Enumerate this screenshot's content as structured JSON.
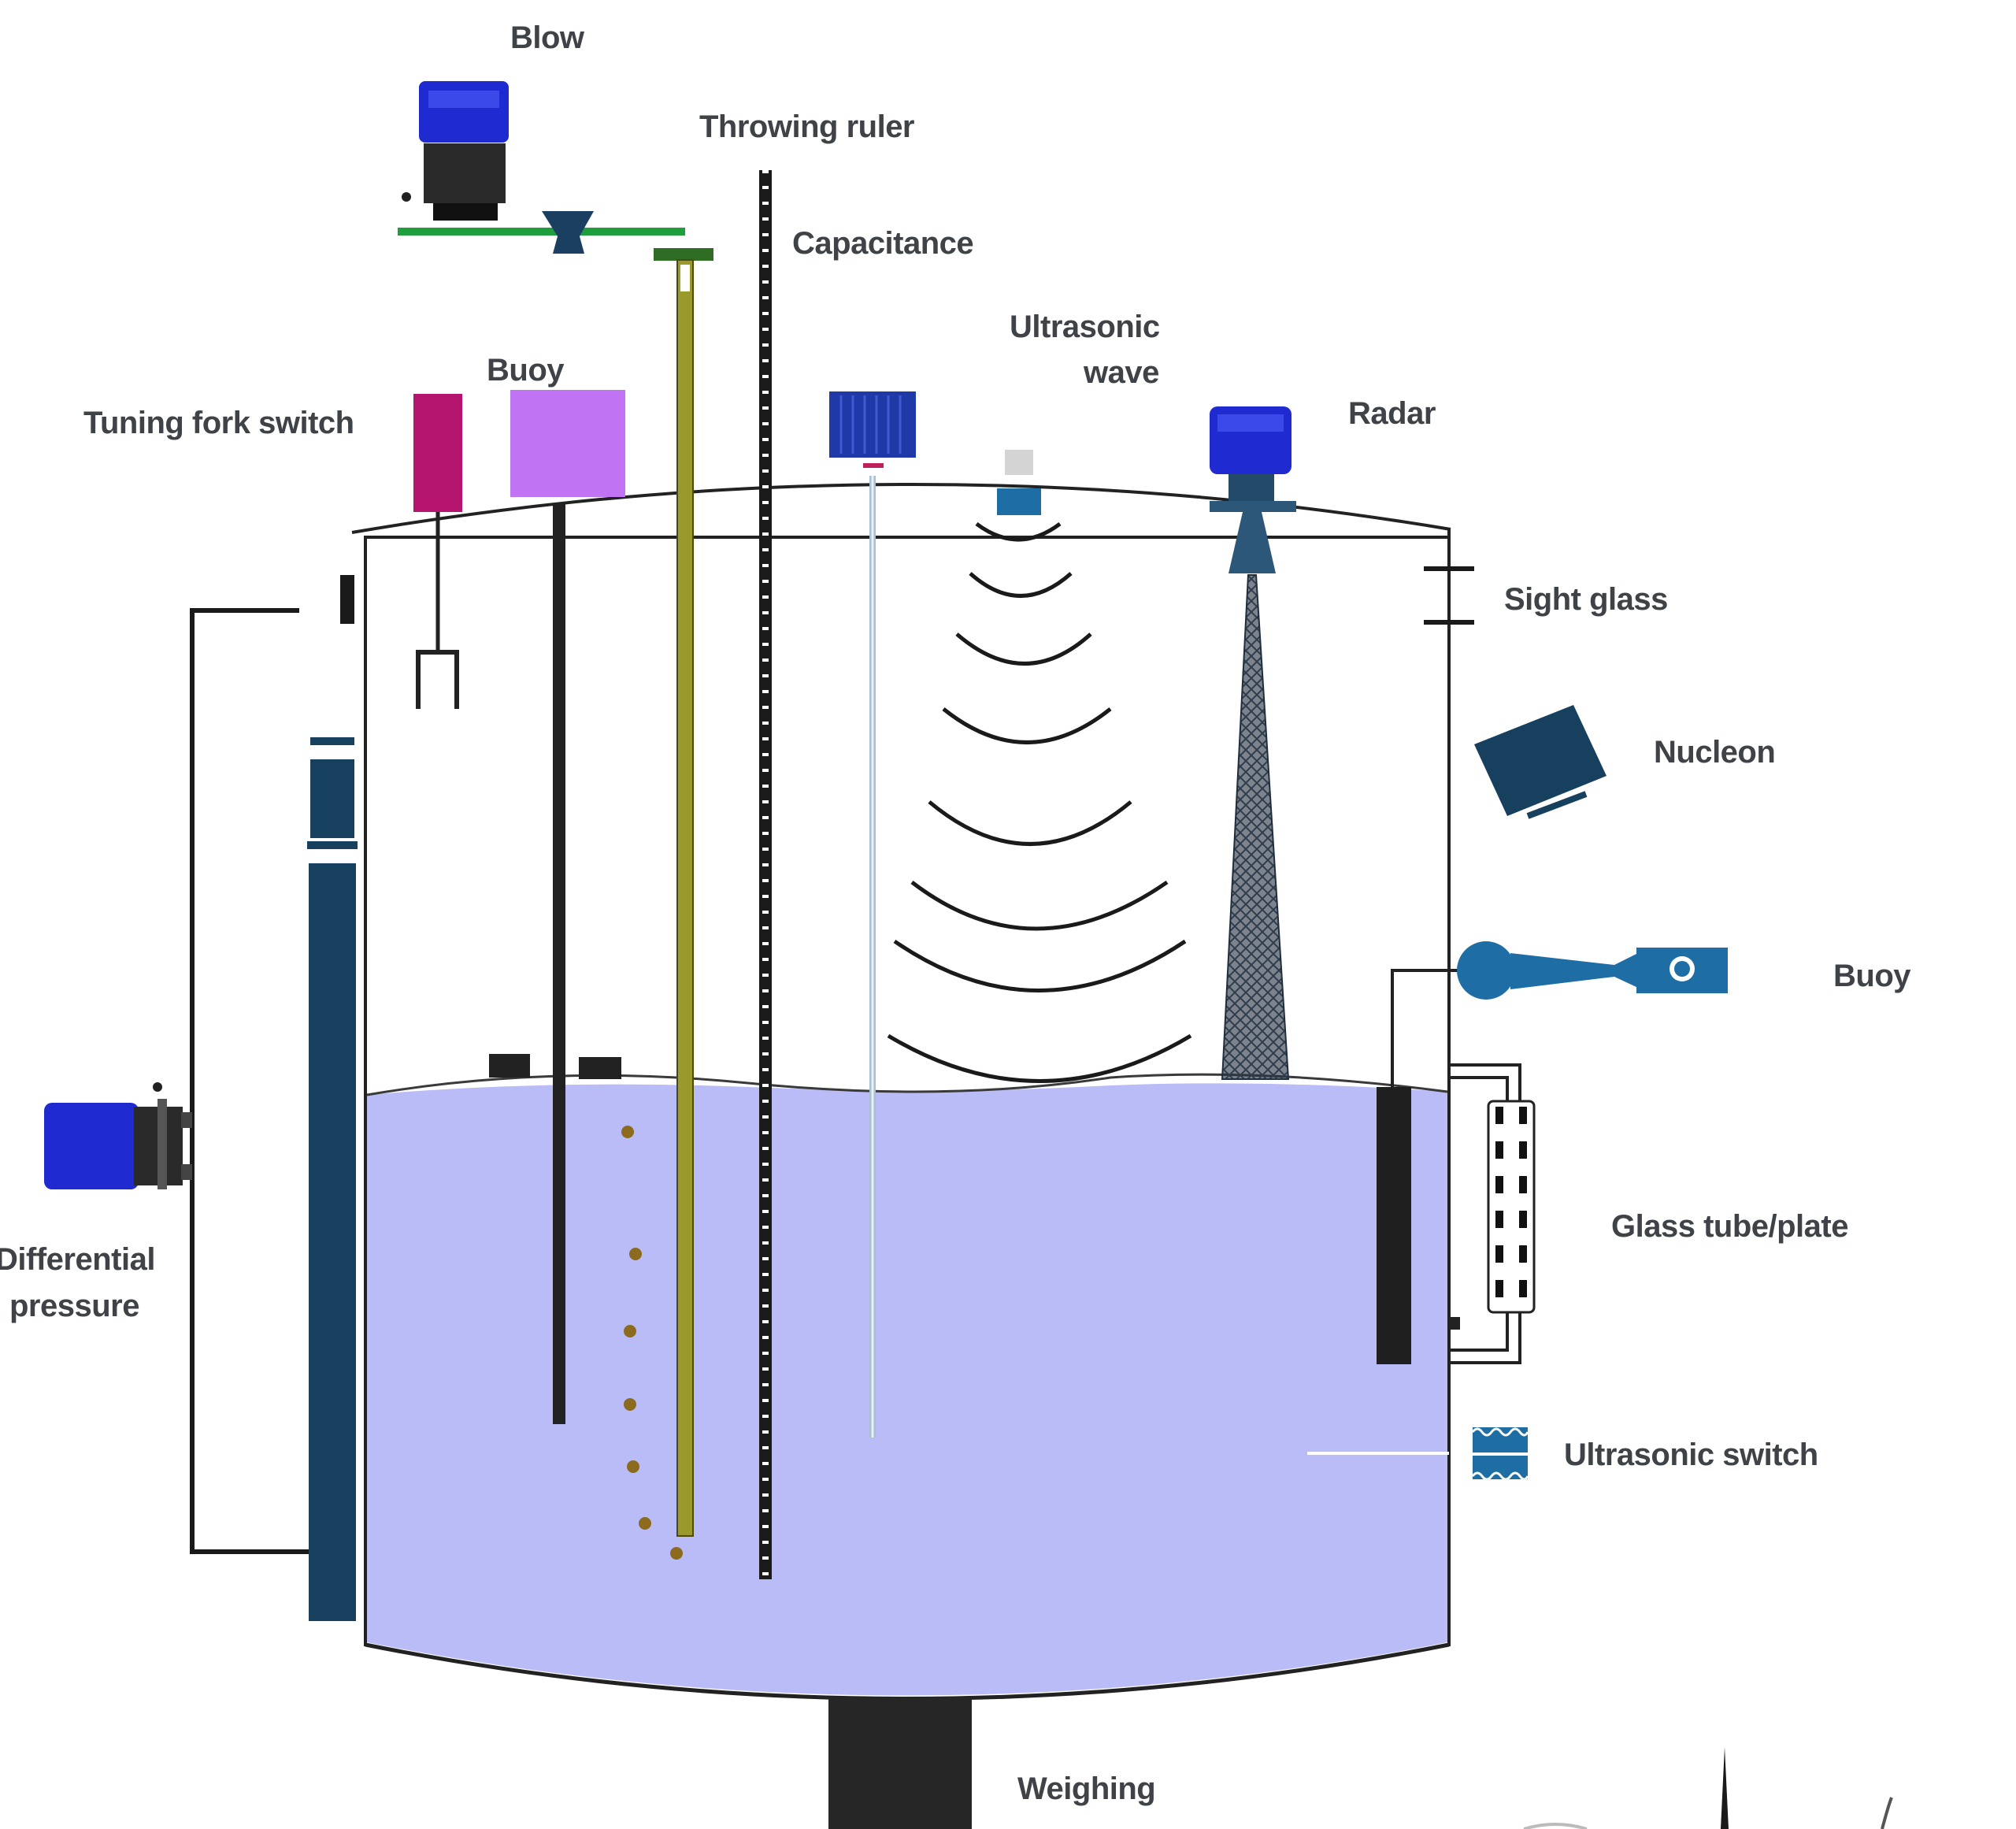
{
  "labels": {
    "blow": "Blow",
    "throwing_ruler": "Throwing ruler",
    "capacitance": "Capacitance",
    "ultrasonic_wave_1": "Ultrasonic",
    "ultrasonic_wave_2": "wave",
    "radar": "Radar",
    "buoy_top": "Buoy",
    "tuning_fork_switch": "Tuning fork switch",
    "sight_glass": "Sight glass",
    "nucleon": "Nucleon",
    "buoy_side": "Buoy",
    "differential_pressure_1": "Differential",
    "differential_pressure_2": "pressure",
    "glass_tube_plate": "Glass tube/plate",
    "ultrasonic_switch": "Ultrasonic switch",
    "weighing": "Weighing"
  },
  "colors": {
    "liquid": "#b9bcf6",
    "tank_outline": "#1e1e1e",
    "transmitter_blue": "#1f2ad0",
    "dark_navy": "#17405f",
    "olive_rod": "#9a9a2c",
    "magenta": "#b5156f",
    "violet": "#c073f2",
    "green_bar": "#1f9e3e",
    "label": "#3f4347"
  }
}
